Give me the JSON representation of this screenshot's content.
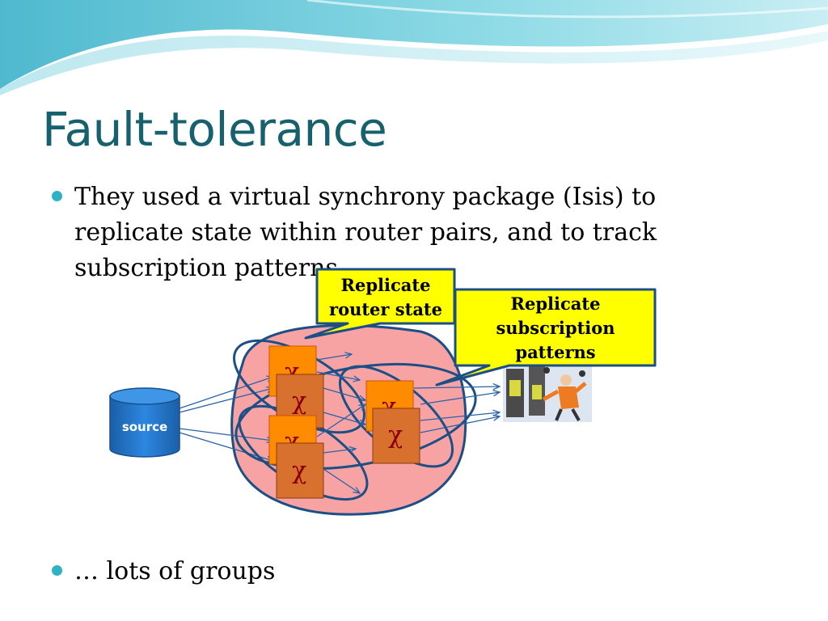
{
  "slide": {
    "title": "Fault-tolerance",
    "bullets": [
      "They used a virtual synchrony package (Isis) to replicate state within router pairs, and to track subscription patterns",
      "… lots of groups"
    ]
  },
  "diagram": {
    "source_label": "source",
    "router_symbol": "χ",
    "callouts": [
      {
        "lines": [
          "Replicate",
          "router state"
        ]
      },
      {
        "lines": [
          "Replicate",
          "subscription",
          "patterns"
        ]
      }
    ],
    "icons": [
      "database-cylinder-icon",
      "subscriber-people-icon"
    ]
  },
  "colors": {
    "title": "#17606d",
    "bullet_dot": "#2fb3c4",
    "wave": "#5ec7d6",
    "group_fill": "#f8a3a3",
    "group_stroke": "#1c4f86",
    "router_back": "#ff8c00",
    "router_front": "#d9712e",
    "source_fill": "#1d6fc0",
    "callout_fill": "#ffff00",
    "arrow": "#2a62a8"
  }
}
